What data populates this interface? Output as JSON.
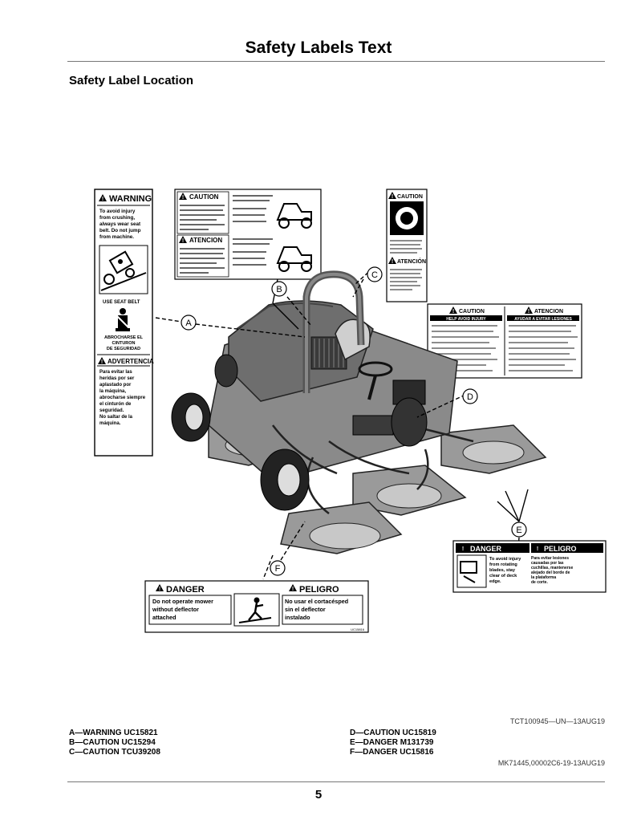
{
  "page": {
    "title": "Safety Labels Text",
    "subtitle": "Safety Label Location",
    "page_number": "5"
  },
  "figure": {
    "reference": "TCT100945—UN—13AUG19",
    "callouts": [
      "A",
      "B",
      "C",
      "D",
      "E",
      "F"
    ],
    "label_a": {
      "warning_header": "WARNING",
      "warning_text": [
        "To avoid injury",
        "from crushing,",
        "always wear seat",
        "belt. Do not jump",
        "from machine."
      ],
      "seat_belt_en": "USE SEAT BELT",
      "seat_belt_es": [
        "ABROCHARSE EL",
        "CINTURON",
        "DE SEGURIDAD"
      ],
      "advertencia_header": "ADVERTENCIA",
      "advertencia_text": [
        "Para evitar las",
        "heridas por ser",
        "aplastado por",
        "la máquina,",
        "abrocharse siempre",
        "el cinturón de",
        "seguridad.",
        "No saltar de la",
        "máquina."
      ]
    },
    "label_b": {
      "caution_header": "CAUTION",
      "atencion_header": "ATENCION"
    },
    "label_c": {
      "caution_header": "CAUTION",
      "atencion_header": "ATENCIÓN"
    },
    "label_d": {
      "caution_header": "CAUTION",
      "atencion_header": "ATENCION",
      "help_en": "HELP AVOID INJURY",
      "help_es": "AYUDAR A EVITAR LESIONES"
    },
    "label_e": {
      "danger_header": "DANGER",
      "peligro_header": "PELIGRO",
      "danger_text": [
        "To avoid injury",
        "from rotating",
        "blades, stay",
        "clear of deck",
        "edge."
      ],
      "peligro_text": [
        "Para evitar lesiones",
        "causadas por las",
        "cuchillas, mantenerse",
        "alejado del borde de",
        "la plataforma",
        "de corte."
      ]
    },
    "label_f": {
      "danger_header": "DANGER",
      "peligro_header": "PELIGRO",
      "danger_text": [
        "Do not operate mower",
        "without deflector",
        "attached"
      ],
      "peligro_text": [
        "No usar el cortacésped",
        "sin el deflector",
        "instalado"
      ],
      "code": "UC15816"
    }
  },
  "legend": {
    "left": [
      "A—WARNING UC15821",
      "B—CAUTION UC15294",
      "C—CAUTION TCU39208"
    ],
    "right": [
      "D—CAUTION UC15819",
      "E—DANGER M131739",
      "F—DANGER UC15816"
    ]
  },
  "document_reference": "MK71445,00002C6-19-13AUG19"
}
